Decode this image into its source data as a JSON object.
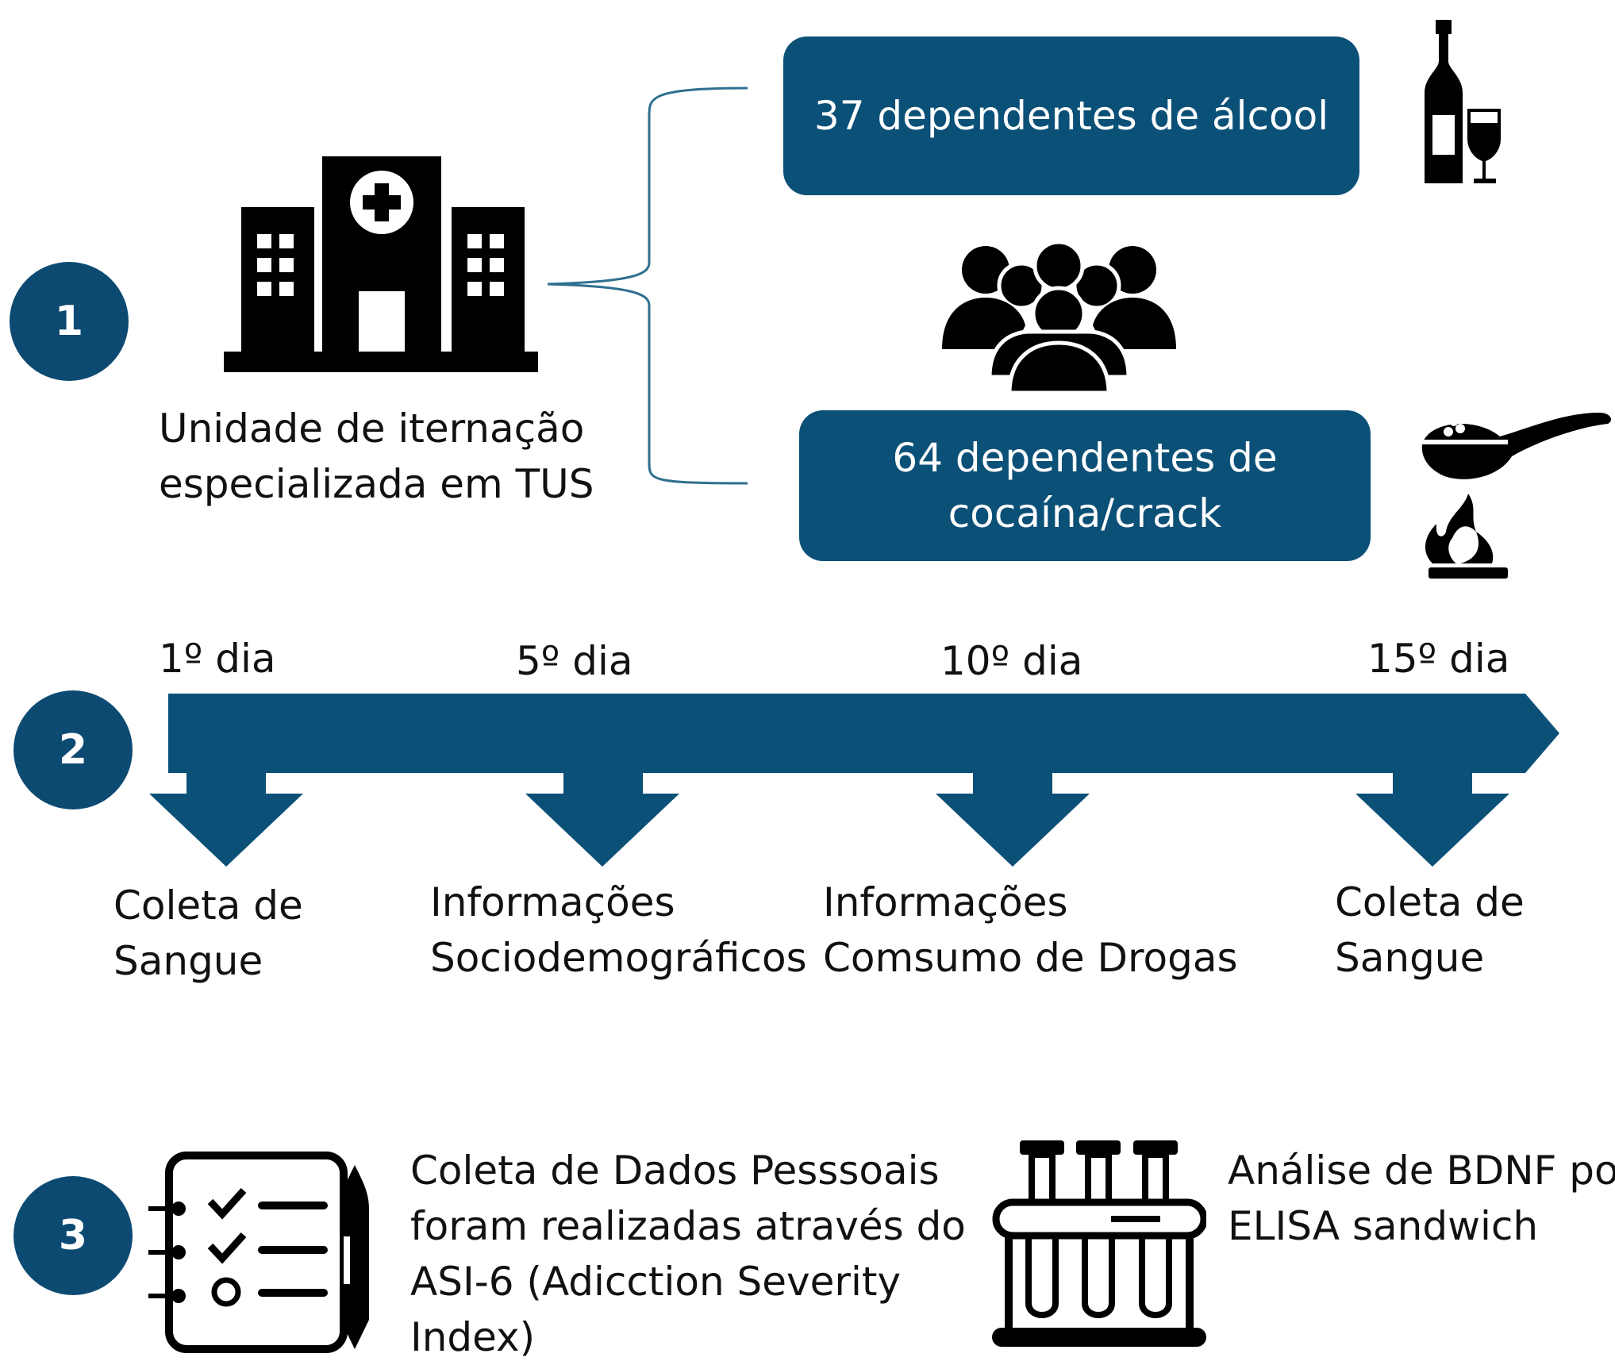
{
  "steps": [
    "1",
    "2",
    "3"
  ],
  "section1": {
    "hospital_label": [
      "Unidade de iternação",
      "especializada  em TUS"
    ],
    "group_alcohol": "37 dependentes de álcool",
    "group_cocaine": [
      "64 dependentes de",
      "cocaína/crack"
    ],
    "icons": [
      "hospital-icon",
      "bottle-and-glass-icon",
      "people-group-icon",
      "spoon-and-flame-icon"
    ]
  },
  "section2": {
    "days": [
      "1º dia",
      "5º dia",
      "10º dia",
      "15º dia"
    ],
    "events": [
      [
        "Coleta de",
        "Sangue"
      ],
      [
        "Informações",
        "Sociodemográficos"
      ],
      [
        "Informações",
        "Comsumo de  Drogas"
      ],
      [
        "Coleta de",
        "Sangue"
      ]
    ]
  },
  "section3": {
    "checklist_text": [
      "Coleta de Dados Pesssoais",
      "foram realizadas  através do",
      "ASI-6 (Adicction Severity",
      "Index)"
    ],
    "elisa_text": [
      "Análise de BDNF por",
      "ELISA sandwich"
    ],
    "icons": [
      "checklist-icon",
      "test-tubes-icon"
    ]
  },
  "colors": {
    "primary": "#0b5077",
    "circle": "#0c4a72",
    "bracket": "#2f6f8f"
  }
}
